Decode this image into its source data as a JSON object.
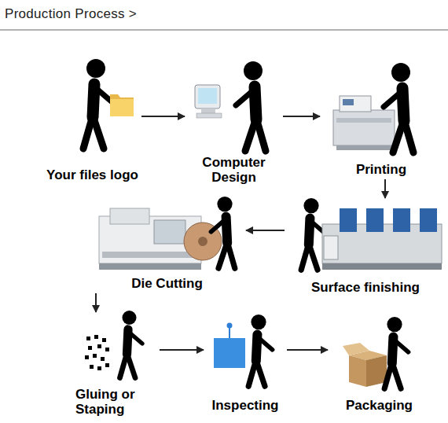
{
  "diagram": {
    "title": "Production Process >",
    "nodes": [
      {
        "text": [
          "Your files logo"
        ]
      },
      {
        "text": [
          "Computer Design"
        ]
      },
      {
        "text": [
          "Printing"
        ]
      },
      {
        "text": [
          "Die Cutting"
        ]
      },
      {
        "text": [
          "Surface finishing"
        ]
      },
      {
        "text": [
          "Gluing or Staping"
        ]
      },
      {
        "text": [
          "Inspecting"
        ]
      },
      {
        "text": [
          "Packaging"
        ]
      }
    ],
    "edges": [
      {
        "from": 0,
        "to": 1,
        "arrow": "to"
      },
      {
        "from": 1,
        "to": 2,
        "arrow": "to"
      },
      {
        "from": 2,
        "to": 4,
        "arrow": "to"
      },
      {
        "from": 4,
        "to": 3,
        "arrow": "to"
      },
      {
        "from": 3,
        "to": 5,
        "arrow": "to"
      },
      {
        "from": 5,
        "to": 6,
        "arrow": "to"
      },
      {
        "from": 6,
        "to": 7,
        "arrow": "to"
      }
    ]
  }
}
